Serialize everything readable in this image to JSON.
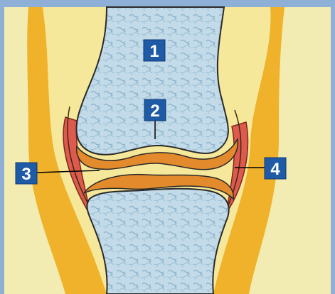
{
  "diagram": {
    "labels": [
      {
        "id": "1",
        "text": "1"
      },
      {
        "id": "2",
        "text": "2"
      },
      {
        "id": "3",
        "text": "3"
      },
      {
        "id": "4",
        "text": "4"
      }
    ]
  },
  "colors": {
    "frame": "#8fb0d6",
    "background_skin": "#f1ecb0",
    "outer_tissue": "#f1b32c",
    "capsule_fill": "#f4e58c",
    "bone": "#bcd7e6",
    "cartilage": "#e38b2c",
    "synovial_fluid": "#f1e6a6",
    "synovial_membrane": "#e0564e",
    "label_box": "#1f5aa6"
  }
}
